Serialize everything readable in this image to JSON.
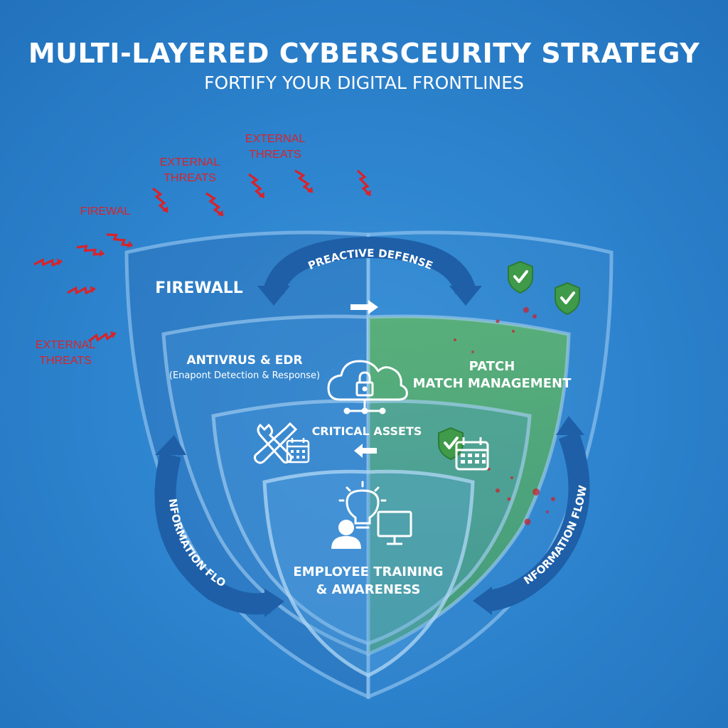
{
  "header": {
    "title": "MULTI-LAYERED CYBERSCEURITY STRATEGY",
    "subtitle": "FORTIFY YOUR DIGITAL FRONTLINES"
  },
  "threat_labels": {
    "external_1": [
      "EXTERNAL",
      "THREATS"
    ],
    "external_2": [
      "EXTERNAL",
      "THREATS"
    ],
    "firewal": "FIREWAL",
    "external_3": [
      "EXTERNAL",
      "THREATS"
    ]
  },
  "layers": {
    "firewall": "FIREWALL",
    "antivirus_title": "ANTIVRUS & EDR",
    "antivirus_sub": "(Enapont Detection & Response)",
    "patch": [
      "PATCH",
      "MATCH MANAGEMENT"
    ],
    "critical": "CRITICAL ASSETS",
    "employee": [
      "EMPLOYEE TRAINING",
      "& AWARENESS"
    ]
  },
  "flows": {
    "top": "PREACTIVE DEFENSE",
    "left": "INFORMATION FLOW",
    "right": "INFORMATION FLOW"
  },
  "icons": [
    "lightning-bolt-icon",
    "shield-check-icon",
    "cloud-lock-icon",
    "tools-icon",
    "calendar-icon",
    "lightbulb-icon",
    "person-icon",
    "monitor-icon"
  ],
  "colors": {
    "background": "#2f86d0",
    "threat_red": "#d8232a",
    "shield_green": "#3f9a4a",
    "arrow_blue": "#1e5fa8",
    "patch_green": "#5fb56a"
  }
}
